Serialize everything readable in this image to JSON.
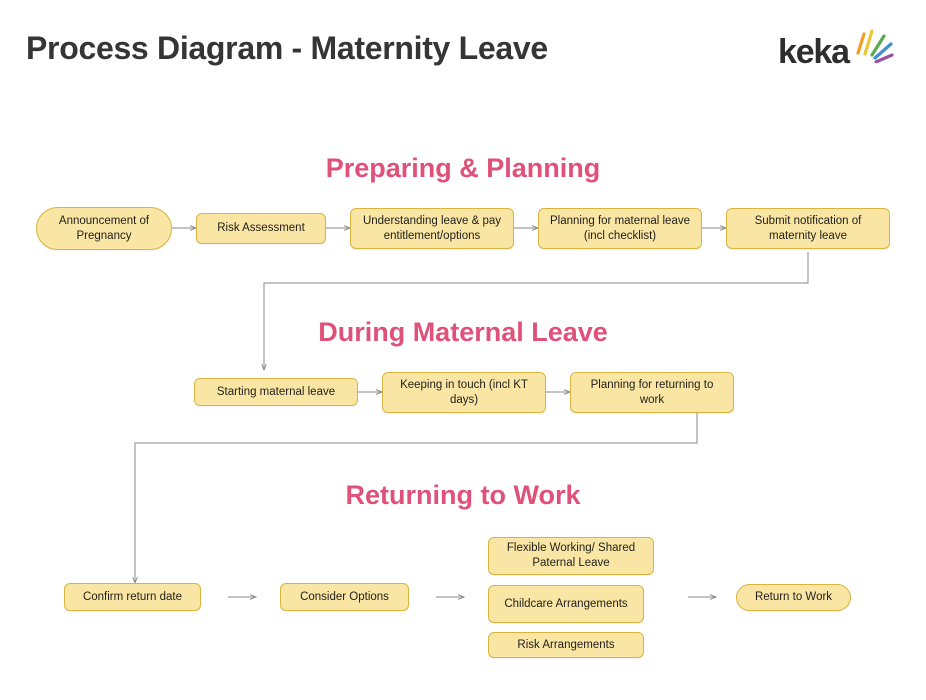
{
  "page": {
    "title": "Process Diagram - Maternity Leave",
    "background_color": "#ffffff",
    "title_color": "#353535"
  },
  "logo": {
    "wordmark": "keka",
    "ray_colors": [
      "#f0a026",
      "#e8c832",
      "#5aa84f",
      "#3f8fd0",
      "#9b4f9e"
    ]
  },
  "theme": {
    "section_heading_color": "#e0517a",
    "node_fill": "#fae6a4",
    "node_border": "#d9b43f",
    "node_text": "#23201c",
    "connector_color": "#8a8a8a"
  },
  "sections": [
    {
      "id": "preparing",
      "label": "Preparing & Planning"
    },
    {
      "id": "during",
      "label": "During Maternal Leave"
    },
    {
      "id": "returning",
      "label": "Returning to Work"
    }
  ],
  "nodes": {
    "announcement": "Announcement of Pregnancy",
    "risk_assessment": "Risk Assessment",
    "understanding": "Understanding leave & pay entitlement/options",
    "planning_maternal": "Planning for maternal leave (incl checklist)",
    "submit_notification": "Submit notification of maternity leave",
    "starting_leave": "Starting maternal leave",
    "keeping_in_touch": "Keeping in touch (incl KT days)",
    "planning_returning": "Planning for returning to work",
    "confirm_return": "Confirm return date",
    "consider_options": "Consider Options",
    "flexible_working": "Flexible Working/ Shared Paternal Leave",
    "childcare": "Childcare Arrangements",
    "risk_arrangements": "Risk Arrangements",
    "return_to_work": "Return to Work"
  },
  "flow": {
    "row1": [
      "announcement",
      "risk_assessment",
      "understanding",
      "planning_maternal",
      "submit_notification"
    ],
    "row2": [
      "starting_leave",
      "keeping_in_touch",
      "planning_returning"
    ],
    "row3": [
      "confirm_return",
      "consider_options",
      "options_group",
      "return_to_work"
    ],
    "options_group": [
      "flexible_working",
      "childcare",
      "risk_arrangements"
    ]
  }
}
